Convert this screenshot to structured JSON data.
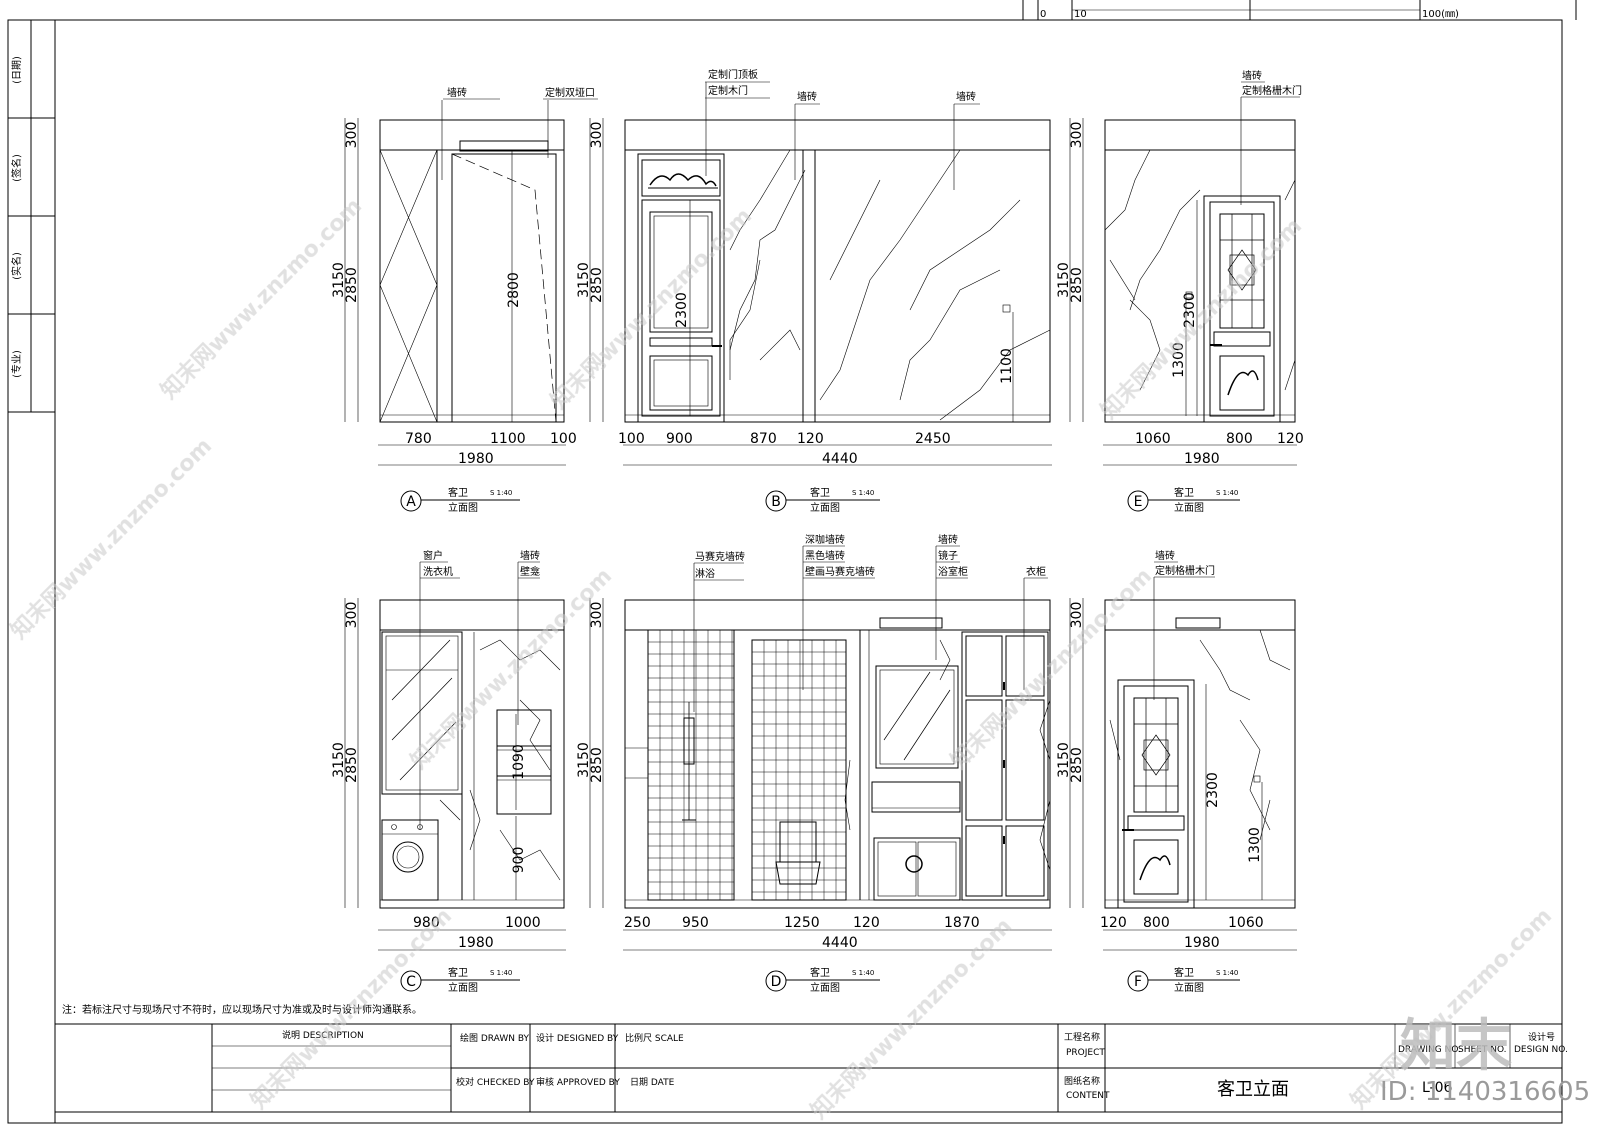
{
  "scale_bar": {
    "ticks": [
      "0",
      "10",
      "100(㎜)"
    ]
  },
  "left_strip": {
    "labels": [
      "(日期)",
      "(签名)",
      "(实名)",
      "(专业)"
    ]
  },
  "elevations": {
    "A": {
      "tag": "A",
      "title": "客卫",
      "scale": "S 1:40",
      "subtitle": "立面图",
      "callouts": [
        "墙砖",
        "定制双垭口"
      ],
      "dims_vertical": [
        "300",
        "3150",
        "2850",
        "2800"
      ],
      "dims_bottom": [
        "780",
        "1100",
        "100"
      ],
      "dim_total": "1980"
    },
    "B": {
      "tag": "B",
      "title": "客卫",
      "scale": "S 1:40",
      "subtitle": "立面图",
      "callouts": [
        "定制门顶板",
        "定制木门",
        "墙砖",
        "墙砖"
      ],
      "dims_vertical": [
        "300",
        "3150",
        "2850",
        "2300",
        "1100"
      ],
      "dims_bottom": [
        "100",
        "900",
        "870",
        "120",
        "2450"
      ],
      "dim_total": "4440"
    },
    "E": {
      "tag": "E",
      "title": "客卫",
      "scale": "S 1:40",
      "subtitle": "立面图",
      "callouts": [
        "墙砖",
        "定制格栅木门"
      ],
      "dims_vertical": [
        "300",
        "3150",
        "2850",
        "2300",
        "1300"
      ],
      "dims_bottom": [
        "1060",
        "800",
        "120"
      ],
      "dim_total": "1980"
    },
    "C": {
      "tag": "C",
      "title": "客卫",
      "scale": "S 1:40",
      "subtitle": "立面图",
      "callouts": [
        "窗户",
        "洗衣机",
        "墙砖",
        "壁龛"
      ],
      "dims_vertical": [
        "300",
        "3150",
        "2850",
        "1090",
        "900"
      ],
      "dims_bottom": [
        "980",
        "1000"
      ],
      "dim_total": "1980"
    },
    "D": {
      "tag": "D",
      "title": "客卫",
      "scale": "S 1:40",
      "subtitle": "立面图",
      "callouts": [
        "马赛克墙砖",
        "淋浴",
        "深咖墙砖",
        "黑色墙砖",
        "壁画马赛克墙砖",
        "墙砖",
        "镜子",
        "浴室柜",
        "衣柜"
      ],
      "dims_vertical": [
        "300",
        "3150",
        "2850"
      ],
      "dims_bottom": [
        "250",
        "950",
        "1250",
        "120",
        "1870"
      ],
      "dim_total": "4440"
    },
    "F": {
      "tag": "F",
      "title": "客卫",
      "scale": "S 1:40",
      "subtitle": "立面图",
      "callouts": [
        "墙砖",
        "定制格栅木门"
      ],
      "dims_vertical": [
        "300",
        "3150",
        "2850",
        "2300",
        "1300"
      ],
      "dims_bottom": [
        "120",
        "800",
        "1060"
      ],
      "dim_total": "1980"
    }
  },
  "note": "注：若标注尺寸与现场尺寸不符时，应以现场尺寸为准或及时与设计师沟通联系。",
  "title_block": {
    "description": "说明  DESCRIPTION",
    "drawn_by": "绘图  DRAWN BY",
    "designed_by": "设计  DESIGNED BY",
    "scale": "比例尺  SCALE",
    "checked_by": "校对  CHECKED BY",
    "approved_by": "审核  APPROVED BY",
    "date": "日期  DATE",
    "project_cn": "工程名称",
    "project_en": "PROJECT",
    "content_cn": "图纸名称",
    "content_en": "CONTENT",
    "content_value": "客卫立面",
    "sheet_no_label": "SHEET NO.",
    "drawing_no_en": "DRAWING NO.",
    "design_no_cn": "设计号",
    "design_no_en": "DESIGN NO.",
    "sheet_value": "L-06"
  },
  "watermark": {
    "site": "知末网www.znzmo.com",
    "logo": "知末",
    "id": "ID: 1140316605"
  }
}
